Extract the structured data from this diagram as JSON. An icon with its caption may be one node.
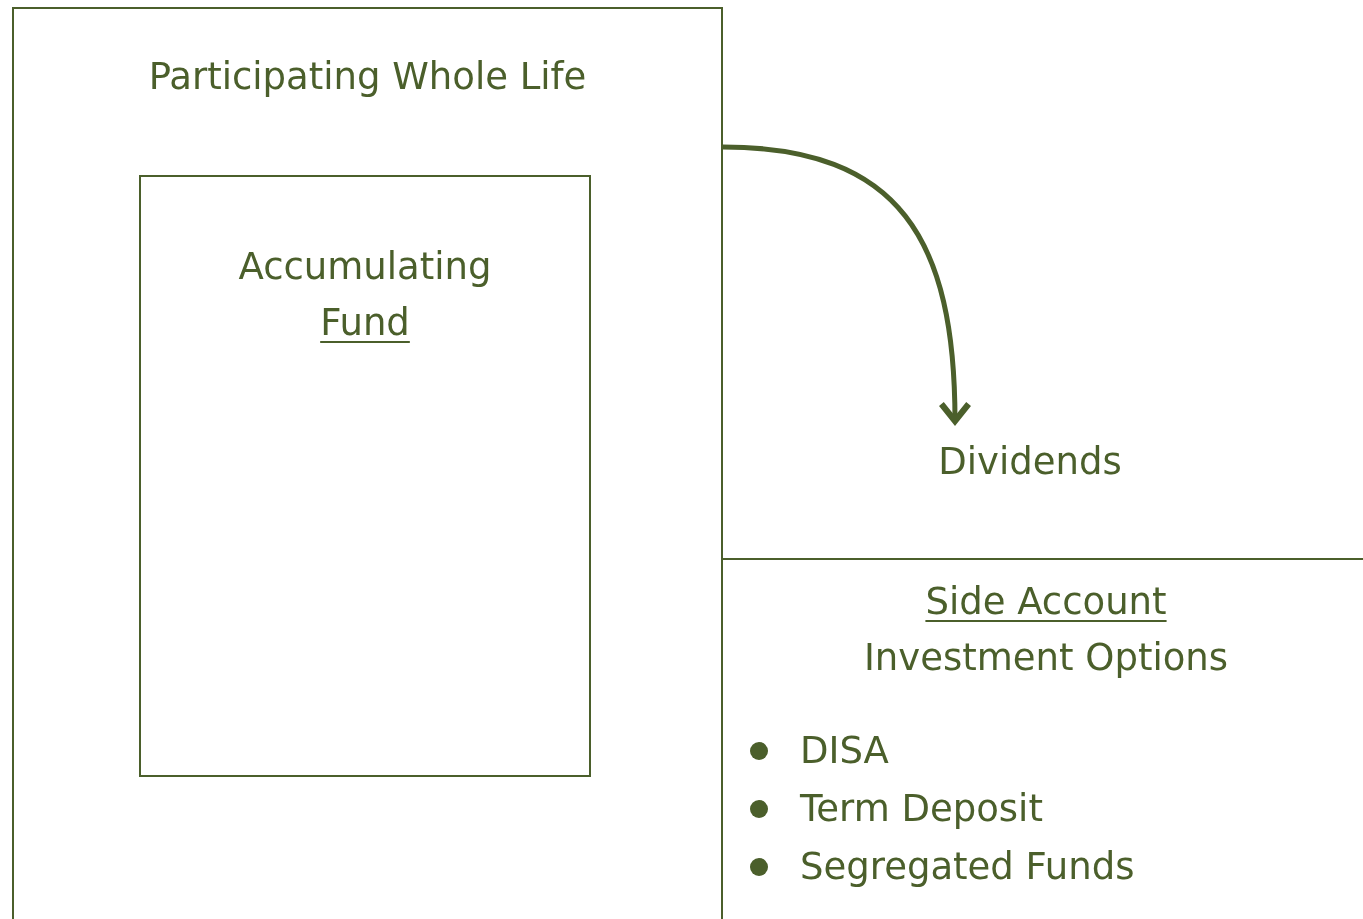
{
  "diagram": {
    "nodes": [
      {
        "text": [
          "Participating Whole Life"
        ]
      },
      {
        "text": [
          "Accumulating",
          "Fund"
        ],
        "in": 0
      },
      {
        "text": [
          "Dividends"
        ]
      },
      {
        "text": [
          "Side Account",
          "Investment Options"
        ]
      }
    ],
    "edges": [
      {
        "from": 0,
        "to": 2,
        "arrow": "to"
      }
    ],
    "labels": [
      "DISA",
      "Term Deposit",
      "Segregated Funds"
    ]
  }
}
